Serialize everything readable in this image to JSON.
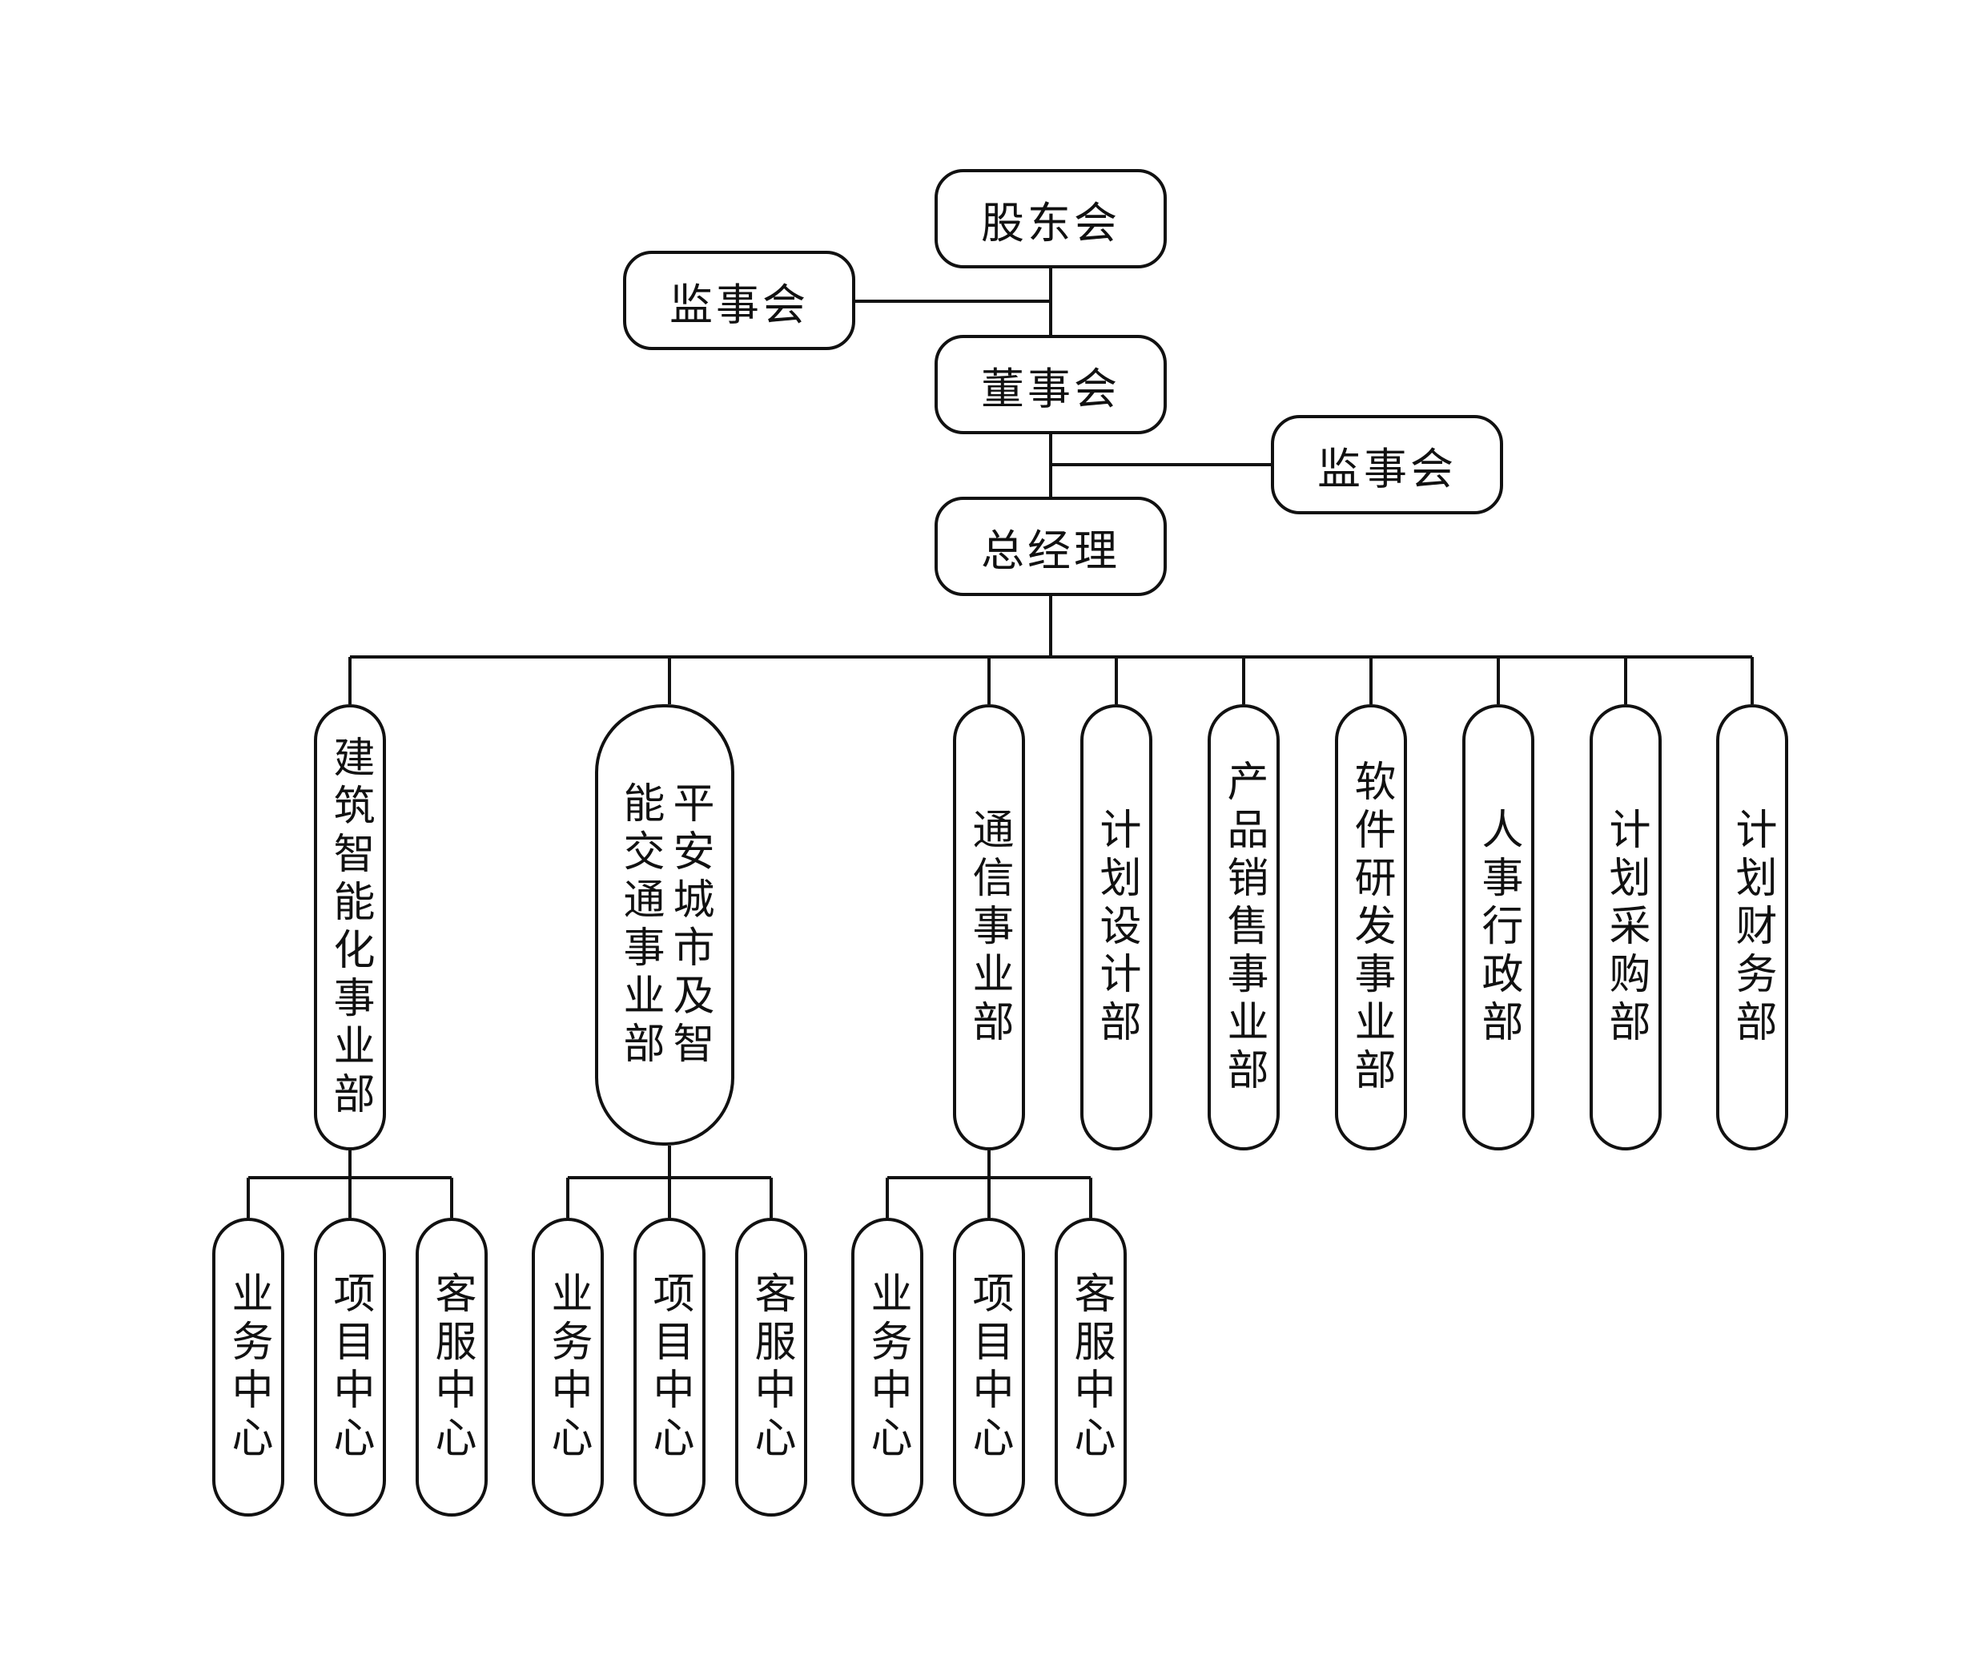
{
  "top": {
    "shareholders": "股东会",
    "supervisory_1": "监事会",
    "board": "董事会",
    "supervisory_2": "监事会",
    "general_manager": "总经理"
  },
  "departments": [
    {
      "label": "建筑智能化事业部"
    },
    {
      "label": "平安城市及智\n能交通事业部"
    },
    {
      "label": "通信事业部"
    },
    {
      "label": "计划设计部"
    },
    {
      "label": "产品销售事业部"
    },
    {
      "label": "软件研发事业部"
    },
    {
      "label": "人事行政部"
    },
    {
      "label": "计划采购部"
    },
    {
      "label": "计划财务部"
    }
  ],
  "centers": {
    "building": [
      "业务中心",
      "项目中心",
      "客服中心"
    ],
    "city": [
      "业务中心",
      "项目中心",
      "客服中心"
    ],
    "comm": [
      "业务中心",
      "项目中心",
      "客服中心"
    ]
  }
}
